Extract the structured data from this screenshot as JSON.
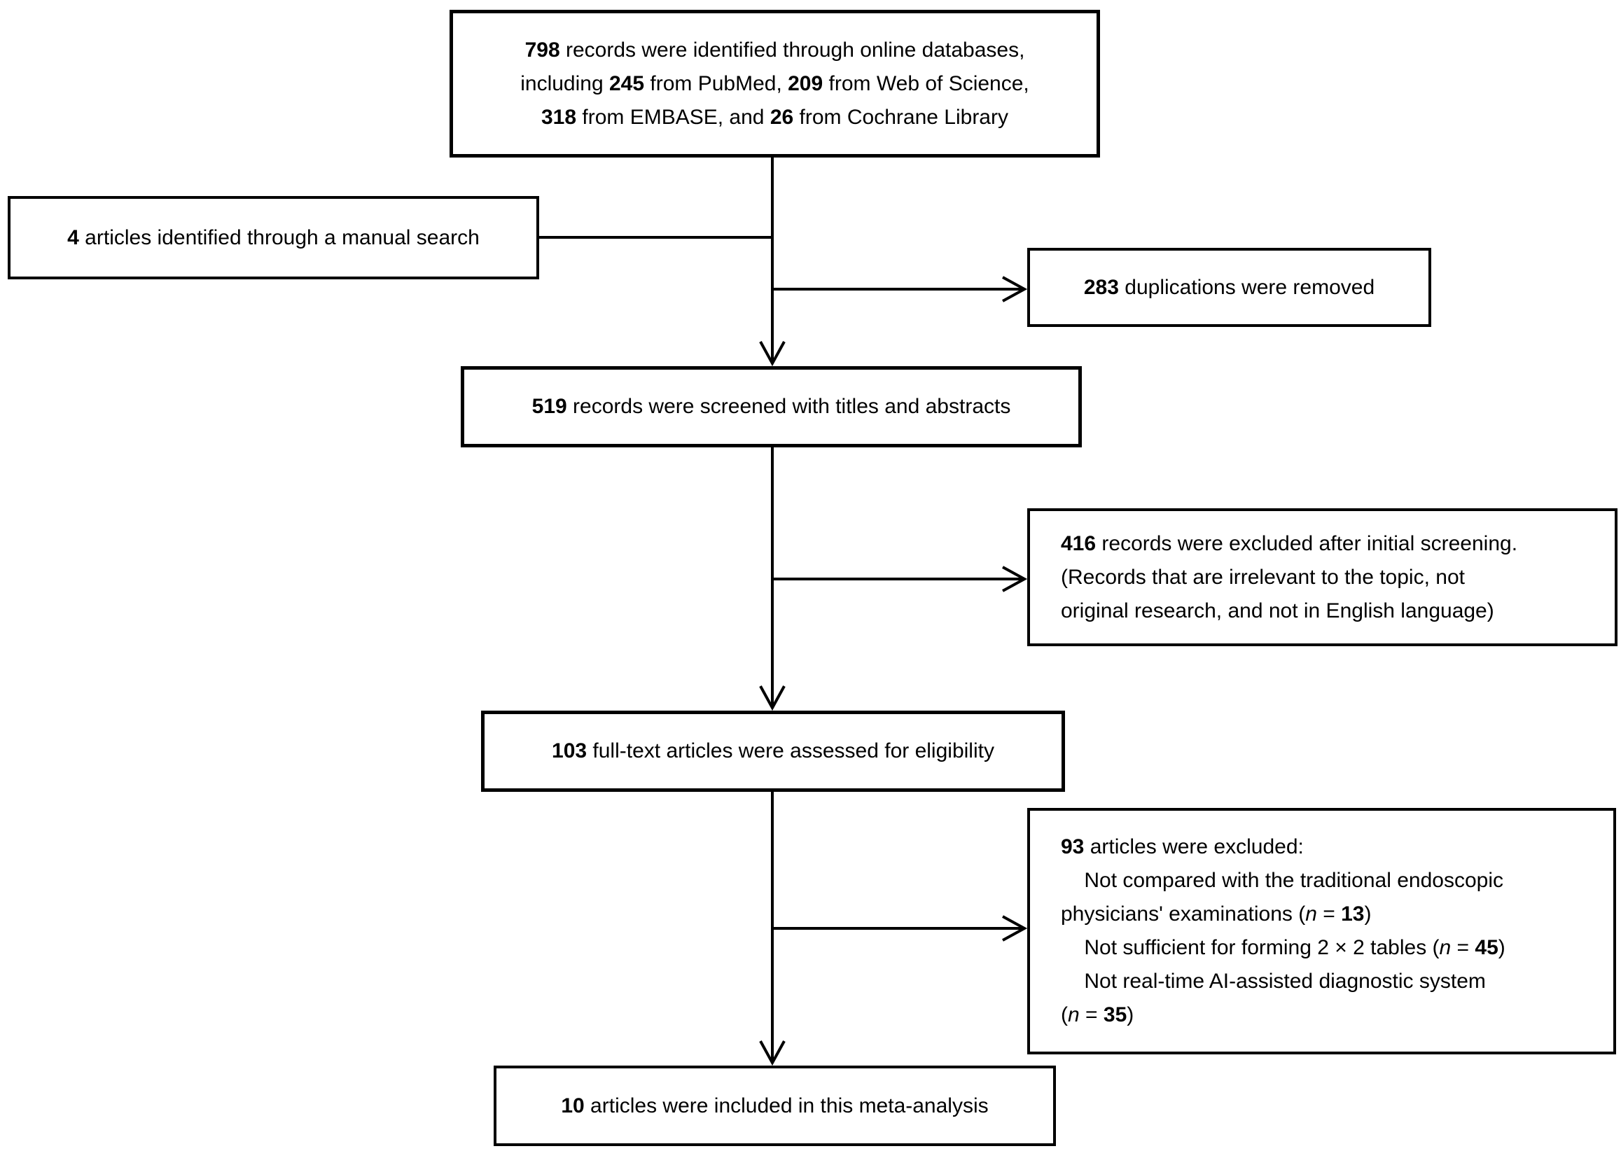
{
  "colors": {
    "background": "#ffffff",
    "line": "#000000",
    "text": "#000000"
  },
  "boxes": {
    "identified": {
      "lines": [
        [
          {
            "t": "798",
            "b": true
          },
          {
            "t": " records were identified through online databases,"
          }
        ],
        [
          {
            "t": "including "
          },
          {
            "t": "245",
            "b": true
          },
          {
            "t": " from PubMed, "
          },
          {
            "t": "209",
            "b": true
          },
          {
            "t": " from Web of Science,"
          }
        ],
        [
          {
            "t": "318",
            "b": true
          },
          {
            "t": " from EMBASE, and "
          },
          {
            "t": "26",
            "b": true
          },
          {
            "t": " from Cochrane Library"
          }
        ]
      ]
    },
    "manual": {
      "lines": [
        [
          {
            "t": "4",
            "b": true
          },
          {
            "t": " articles identified through a manual search"
          }
        ]
      ]
    },
    "duplications": {
      "lines": [
        [
          {
            "t": "283",
            "b": true
          },
          {
            "t": " duplications were removed"
          }
        ]
      ]
    },
    "screened": {
      "lines": [
        [
          {
            "t": "519",
            "b": true
          },
          {
            "t": " records were screened with titles and abstracts"
          }
        ]
      ]
    },
    "excluded_screening": {
      "lines": [
        [
          {
            "t": "416",
            "b": true
          },
          {
            "t": " records were excluded after initial screening."
          }
        ],
        [
          {
            "t": "(Records that are irrelevant to the topic, not"
          }
        ],
        [
          {
            "t": "original research, and not in English language)"
          }
        ]
      ]
    },
    "fulltext": {
      "lines": [
        [
          {
            "t": "103",
            "b": true
          },
          {
            "t": " full-text articles were assessed for eligibility"
          }
        ]
      ]
    },
    "excluded_fulltext": {
      "lines": [
        [
          {
            "t": "93",
            "b": true
          },
          {
            "t": " articles were excluded:"
          }
        ],
        [
          {
            "t": "    Not compared with the traditional endoscopic"
          }
        ],
        [
          {
            "t": "physicians' examinations ("
          },
          {
            "t": "n",
            "i": true
          },
          {
            "t": " = "
          },
          {
            "t": "13",
            "b": true
          },
          {
            "t": ")"
          }
        ],
        [
          {
            "t": "    Not sufficient for forming 2 × 2 tables ("
          },
          {
            "t": "n",
            "i": true
          },
          {
            "t": " = "
          },
          {
            "t": "45",
            "b": true
          },
          {
            "t": ")"
          }
        ],
        [
          {
            "t": "    Not real-time AI-assisted diagnostic system"
          }
        ],
        [
          {
            "t": "("
          },
          {
            "t": "n",
            "i": true
          },
          {
            "t": " = "
          },
          {
            "t": "35",
            "b": true
          },
          {
            "t": ")"
          }
        ]
      ]
    },
    "included": {
      "lines": [
        [
          {
            "t": "10",
            "b": true
          },
          {
            "t": " articles were included in this meta-analysis"
          }
        ]
      ]
    }
  }
}
